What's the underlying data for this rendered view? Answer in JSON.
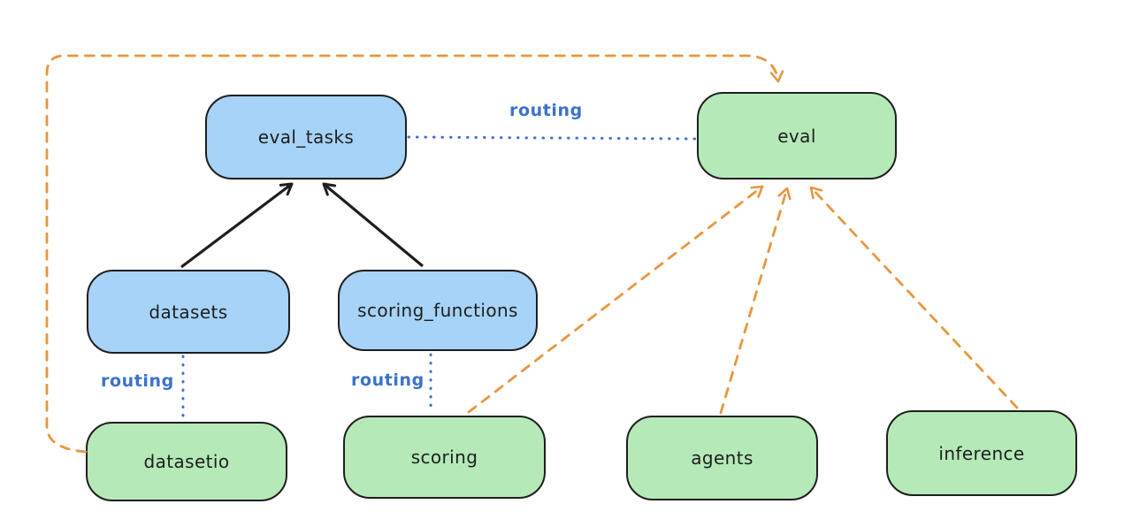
{
  "diagram": {
    "colors": {
      "background": "#ffffff",
      "stroke": "#1e1e1e",
      "blue_fill": "#a6d3f7",
      "green_fill": "#b5eab8",
      "routing_blue": "#3b72c9",
      "orange": "#e8963f"
    },
    "nodes": [
      {
        "id": "eval_tasks",
        "label": "eval_tasks",
        "fill": "blue"
      },
      {
        "id": "eval",
        "label": "eval",
        "fill": "green"
      },
      {
        "id": "datasets",
        "label": "datasets",
        "fill": "blue"
      },
      {
        "id": "scoring_functions",
        "label": "scoring_functions",
        "fill": "blue"
      },
      {
        "id": "datasetio",
        "label": "datasetio",
        "fill": "green"
      },
      {
        "id": "scoring",
        "label": "scoring",
        "fill": "green"
      },
      {
        "id": "agents",
        "label": "agents",
        "fill": "green"
      },
      {
        "id": "inference",
        "label": "inference",
        "fill": "green"
      }
    ],
    "edges": [
      {
        "from": "datasets",
        "to": "eval_tasks",
        "style": "solid-black-arrow",
        "label": ""
      },
      {
        "from": "scoring_functions",
        "to": "eval_tasks",
        "style": "solid-black-arrow",
        "label": ""
      },
      {
        "from": "eval_tasks",
        "to": "eval",
        "style": "dotted-blue",
        "label": "routing"
      },
      {
        "from": "datasets",
        "to": "datasetio",
        "style": "dotted-blue",
        "label": "routing"
      },
      {
        "from": "scoring_functions",
        "to": "scoring",
        "style": "dotted-blue",
        "label": "routing"
      },
      {
        "from": "datasetio",
        "to": "eval",
        "style": "dashed-orange-arrow",
        "label": ""
      },
      {
        "from": "scoring",
        "to": "eval",
        "style": "dashed-orange-arrow",
        "label": ""
      },
      {
        "from": "agents",
        "to": "eval",
        "style": "dashed-orange-arrow",
        "label": ""
      },
      {
        "from": "inference",
        "to": "eval",
        "style": "dashed-orange-arrow",
        "label": ""
      }
    ]
  }
}
